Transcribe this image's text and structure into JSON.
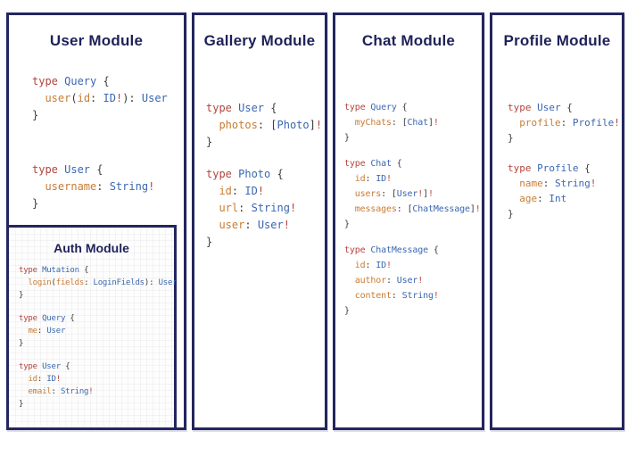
{
  "colors": {
    "panel_border": "#23265f",
    "title_text": "#1e2158",
    "code_keyword": "#b2453e",
    "code_typename": "#3a67b1",
    "code_field": "#c87c33",
    "code_punct": "#3d3d3d",
    "code_bang": "#b2453e"
  },
  "modules": [
    {
      "title": "User Module",
      "blocks": [
        [
          [
            [
              "k",
              "type "
            ],
            [
              "t",
              "Query "
            ],
            [
              "p",
              "{"
            ]
          ],
          [
            [
              "p",
              "  "
            ],
            [
              "f",
              "user"
            ],
            [
              "p",
              "("
            ],
            [
              "f",
              "id"
            ],
            [
              "p",
              ": "
            ],
            [
              "t",
              "ID"
            ],
            [
              "b",
              "!"
            ],
            [
              "p",
              "): "
            ],
            [
              "t",
              "User"
            ]
          ],
          [
            [
              "p",
              "}"
            ]
          ]
        ],
        [
          [
            [
              "k",
              "type "
            ],
            [
              "t",
              "User "
            ],
            [
              "p",
              "{"
            ]
          ],
          [
            [
              "p",
              "  "
            ],
            [
              "f",
              "username"
            ],
            [
              "p",
              ": "
            ],
            [
              "t",
              "String"
            ],
            [
              "b",
              "!"
            ]
          ],
          [
            [
              "p",
              "}"
            ]
          ]
        ]
      ],
      "nested": {
        "title": "Auth Module",
        "blocks": [
          [
            [
              [
                "k",
                "type "
              ],
              [
                "t",
                "Mutation "
              ],
              [
                "p",
                "{"
              ]
            ],
            [
              [
                "p",
                "  "
              ],
              [
                "f",
                "login"
              ],
              [
                "p",
                "("
              ],
              [
                "f",
                "fields"
              ],
              [
                "p",
                ": "
              ],
              [
                "t",
                "LoginFields"
              ],
              [
                "p",
                "): "
              ],
              [
                "t",
                "User"
              ]
            ],
            [
              [
                "p",
                "}"
              ]
            ]
          ],
          [
            [
              [
                "k",
                "type "
              ],
              [
                "t",
                "Query "
              ],
              [
                "p",
                "{"
              ]
            ],
            [
              [
                "p",
                "  "
              ],
              [
                "f",
                "me"
              ],
              [
                "p",
                ": "
              ],
              [
                "t",
                "User"
              ]
            ],
            [
              [
                "p",
                "}"
              ]
            ]
          ],
          [
            [
              [
                "k",
                "type "
              ],
              [
                "t",
                "User "
              ],
              [
                "p",
                "{"
              ]
            ],
            [
              [
                "p",
                "  "
              ],
              [
                "f",
                "id"
              ],
              [
                "p",
                ": "
              ],
              [
                "t",
                "ID"
              ],
              [
                "b",
                "!"
              ]
            ],
            [
              [
                "p",
                "  "
              ],
              [
                "f",
                "email"
              ],
              [
                "p",
                ": "
              ],
              [
                "t",
                "String"
              ],
              [
                "b",
                "!"
              ]
            ],
            [
              [
                "p",
                "}"
              ]
            ]
          ]
        ]
      }
    },
    {
      "title": "Gallery Module",
      "blocks": [
        [
          [
            [
              "k",
              "type "
            ],
            [
              "t",
              "User "
            ],
            [
              "p",
              "{"
            ]
          ],
          [
            [
              "p",
              "  "
            ],
            [
              "f",
              "photos"
            ],
            [
              "p",
              ": ["
            ],
            [
              "t",
              "Photo"
            ],
            [
              "p",
              "]"
            ],
            [
              "b",
              "!"
            ]
          ],
          [
            [
              "p",
              "}"
            ]
          ]
        ],
        [
          [
            [
              "k",
              "type "
            ],
            [
              "t",
              "Photo "
            ],
            [
              "p",
              "{"
            ]
          ],
          [
            [
              "p",
              "  "
            ],
            [
              "f",
              "id"
            ],
            [
              "p",
              ": "
            ],
            [
              "t",
              "ID"
            ],
            [
              "b",
              "!"
            ]
          ],
          [
            [
              "p",
              "  "
            ],
            [
              "f",
              "url"
            ],
            [
              "p",
              ": "
            ],
            [
              "t",
              "String"
            ],
            [
              "b",
              "!"
            ]
          ],
          [
            [
              "p",
              "  "
            ],
            [
              "f",
              "user"
            ],
            [
              "p",
              ": "
            ],
            [
              "t",
              "User"
            ],
            [
              "b",
              "!"
            ]
          ],
          [
            [
              "p",
              "}"
            ]
          ]
        ]
      ]
    },
    {
      "title": "Chat Module",
      "blocks": [
        [
          [
            [
              "k",
              "type "
            ],
            [
              "t",
              "Query "
            ],
            [
              "p",
              "{"
            ]
          ],
          [
            [
              "p",
              "  "
            ],
            [
              "f",
              "myChats"
            ],
            [
              "p",
              ": ["
            ],
            [
              "t",
              "Chat"
            ],
            [
              "p",
              "]"
            ],
            [
              "b",
              "!"
            ]
          ],
          [
            [
              "p",
              "}"
            ]
          ]
        ],
        [
          [
            [
              "k",
              "type "
            ],
            [
              "t",
              "Chat "
            ],
            [
              "p",
              "{"
            ]
          ],
          [
            [
              "p",
              "  "
            ],
            [
              "f",
              "id"
            ],
            [
              "p",
              ": "
            ],
            [
              "t",
              "ID"
            ],
            [
              "b",
              "!"
            ]
          ],
          [
            [
              "p",
              "  "
            ],
            [
              "f",
              "users"
            ],
            [
              "p",
              ": ["
            ],
            [
              "t",
              "User"
            ],
            [
              "b",
              "!"
            ],
            [
              "p",
              "]"
            ],
            [
              "b",
              "!"
            ]
          ],
          [
            [
              "p",
              "  "
            ],
            [
              "f",
              "messages"
            ],
            [
              "p",
              ": ["
            ],
            [
              "t",
              "ChatMessage"
            ],
            [
              "p",
              "]"
            ],
            [
              "b",
              "!"
            ]
          ],
          [
            [
              "p",
              "}"
            ]
          ]
        ],
        [
          [
            [
              "k",
              "type "
            ],
            [
              "t",
              "ChatMessage "
            ],
            [
              "p",
              "{"
            ]
          ],
          [
            [
              "p",
              "  "
            ],
            [
              "f",
              "id"
            ],
            [
              "p",
              ": "
            ],
            [
              "t",
              "ID"
            ],
            [
              "b",
              "!"
            ]
          ],
          [
            [
              "p",
              "  "
            ],
            [
              "f",
              "author"
            ],
            [
              "p",
              ": "
            ],
            [
              "t",
              "User"
            ],
            [
              "b",
              "!"
            ]
          ],
          [
            [
              "p",
              "  "
            ],
            [
              "f",
              "content"
            ],
            [
              "p",
              ": "
            ],
            [
              "t",
              "String"
            ],
            [
              "b",
              "!"
            ]
          ],
          [
            [
              "p",
              "}"
            ]
          ]
        ]
      ]
    },
    {
      "title": "Profile Module",
      "blocks": [
        [
          [
            [
              "k",
              "type "
            ],
            [
              "t",
              "User "
            ],
            [
              "p",
              "{"
            ]
          ],
          [
            [
              "p",
              "  "
            ],
            [
              "f",
              "profile"
            ],
            [
              "p",
              ": "
            ],
            [
              "t",
              "Profile"
            ],
            [
              "b",
              "!"
            ]
          ],
          [
            [
              "p",
              "}"
            ]
          ]
        ],
        [
          [
            [
              "k",
              "type "
            ],
            [
              "t",
              "Profile "
            ],
            [
              "p",
              "{"
            ]
          ],
          [
            [
              "p",
              "  "
            ],
            [
              "f",
              "name"
            ],
            [
              "p",
              ": "
            ],
            [
              "t",
              "String"
            ],
            [
              "b",
              "!"
            ]
          ],
          [
            [
              "p",
              "  "
            ],
            [
              "f",
              "age"
            ],
            [
              "p",
              ": "
            ],
            [
              "t",
              "Int"
            ]
          ],
          [
            [
              "p",
              "}"
            ]
          ]
        ]
      ]
    }
  ]
}
